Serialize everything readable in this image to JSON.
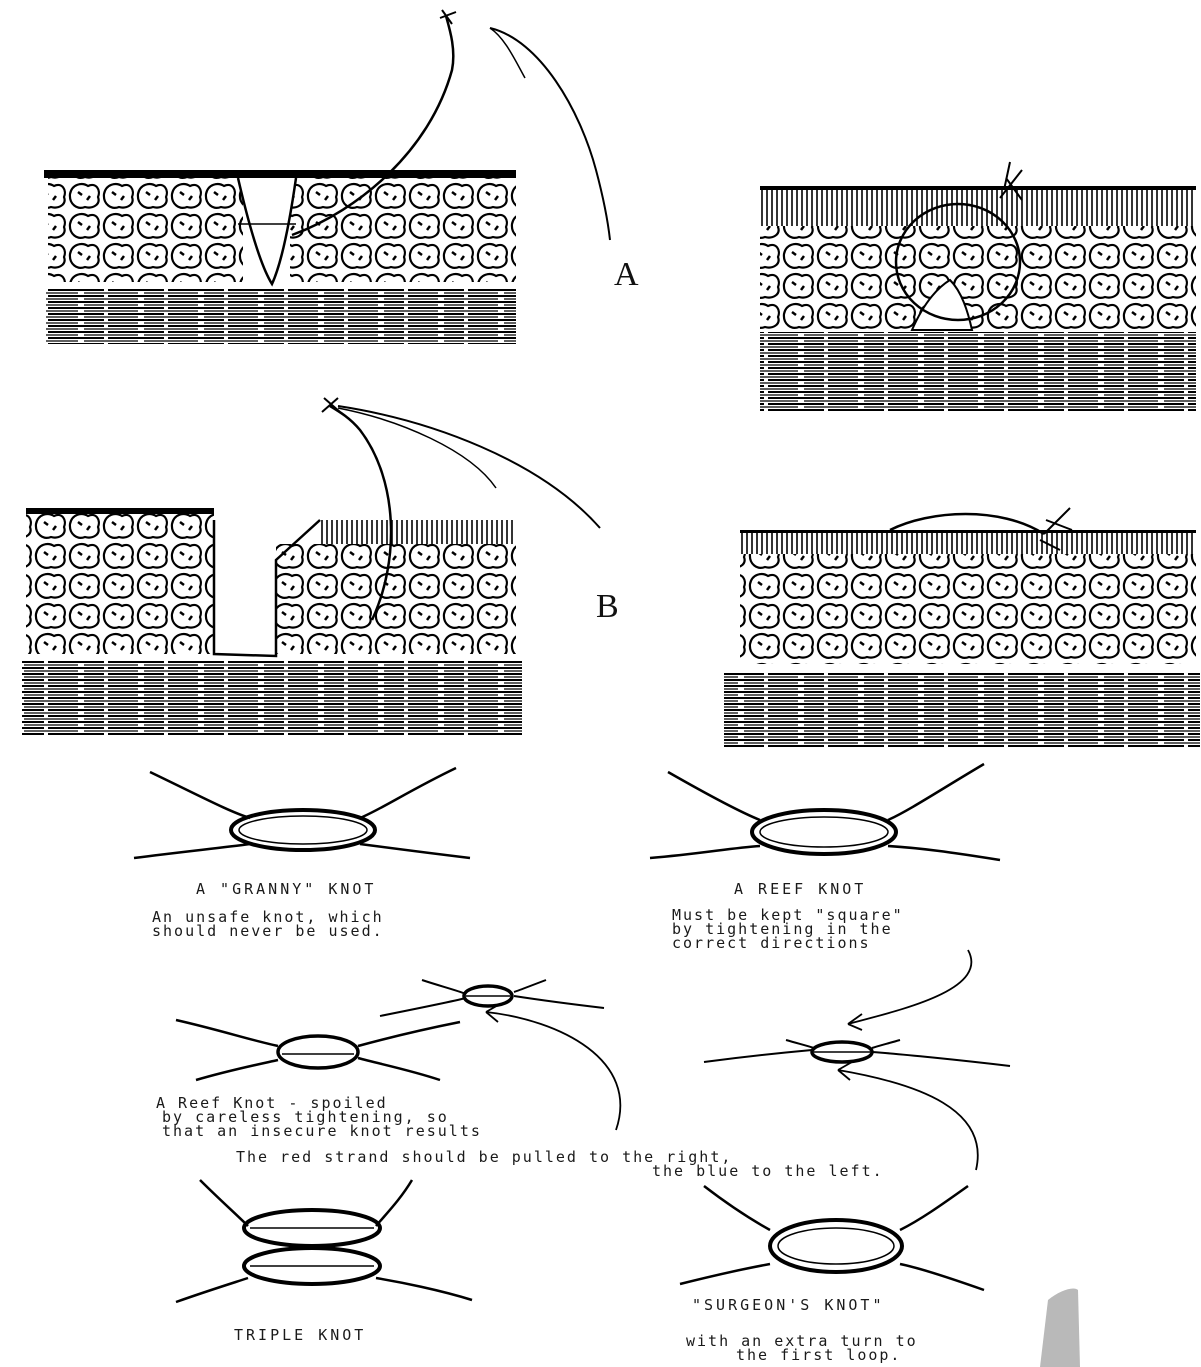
{
  "figure": {
    "label_a": "A",
    "label_b": "B"
  },
  "knots": {
    "granny": {
      "title": "A \"GRANNY\" KNOT",
      "desc_line1": "An unsafe knot, which",
      "desc_line2": "should never be used."
    },
    "reef": {
      "title": "A REEF KNOT",
      "desc_line1": "Must be kept \"square\"",
      "desc_line2": "by tightening in the",
      "desc_line3": "correct directions"
    },
    "spoiled": {
      "desc_line1": "A Reef Knot - spoiled",
      "desc_line2": "by careless tightening, so",
      "desc_line3": "that an insecure knot results"
    },
    "instruction": {
      "line1": "The red strand should be pulled to the right,",
      "line2": "the blue to the left."
    },
    "triple": {
      "title": "TRIPLE KNOT"
    },
    "surgeon": {
      "title": "\"SURGEON'S KNOT\"",
      "desc_line1": "with an extra turn to",
      "desc_line2": "the first loop."
    }
  }
}
